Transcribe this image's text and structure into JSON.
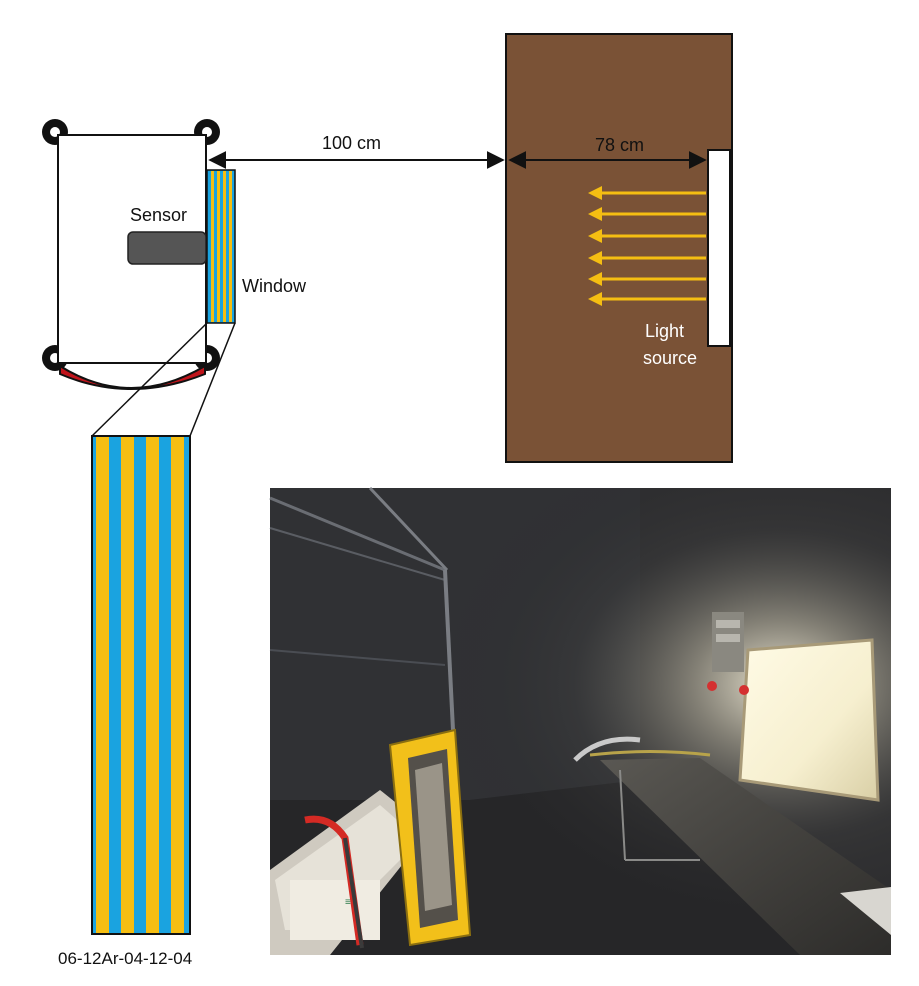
{
  "labels": {
    "sensor": "Sensor",
    "window": "Window",
    "distance_to_booth": "100 cm",
    "booth_depth": "78 cm",
    "light_source_line1": "Light",
    "light_source_line2": "source",
    "sample_code": "06-12Ar-04-12-04"
  },
  "colors": {
    "booth": "#7a5236",
    "stripe_blue": "#1aa3e0",
    "stripe_yellow": "#f5be12",
    "arrow": "#f5be12",
    "sensor": "#555555",
    "bumper": "#c0141b",
    "photo_dark": "#2a2b2e"
  },
  "photo": {
    "description_icon": "photo-lab-setup"
  }
}
